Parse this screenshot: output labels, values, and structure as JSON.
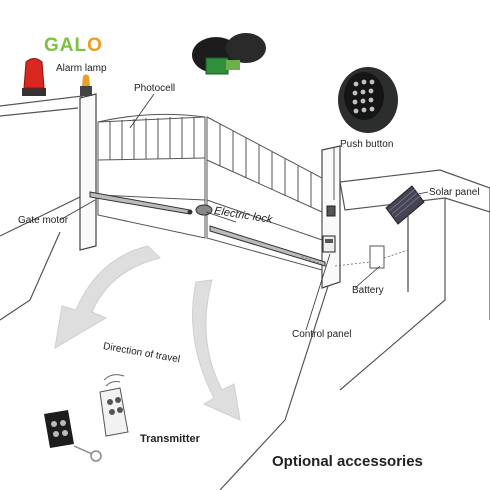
{
  "logo": {
    "text": "GALO",
    "colors": {
      "letters": "#7cc242",
      "accent_o": "#f29a1e"
    }
  },
  "labels": {
    "alarm_lamp": "Alarm lamp",
    "photocell": "Photocell",
    "push_button": "Push button",
    "solar_panel": "Solar panel",
    "gate_motor": "Gate motor",
    "electric_lock": "Electric lock",
    "battery": "Battery",
    "control_panel": "Control panel",
    "direction_of_travel": "Direction of travel",
    "transmitter": "Transmitter",
    "optional_accessories": "Optional accessories"
  },
  "icons": [
    "alarm-lamp-icon",
    "photocell-icon",
    "push-button-keypad-icon",
    "solar-panel-icon",
    "gate-motor-icon",
    "electric-lock-icon",
    "battery-icon",
    "control-panel-icon",
    "transmitter-remote-icon",
    "direction-arrow-icon"
  ],
  "colors": {
    "line": "#444444",
    "arrow": "#d8d8d8",
    "lamp": "#d8281f",
    "keypad": "#1a1a1a"
  }
}
